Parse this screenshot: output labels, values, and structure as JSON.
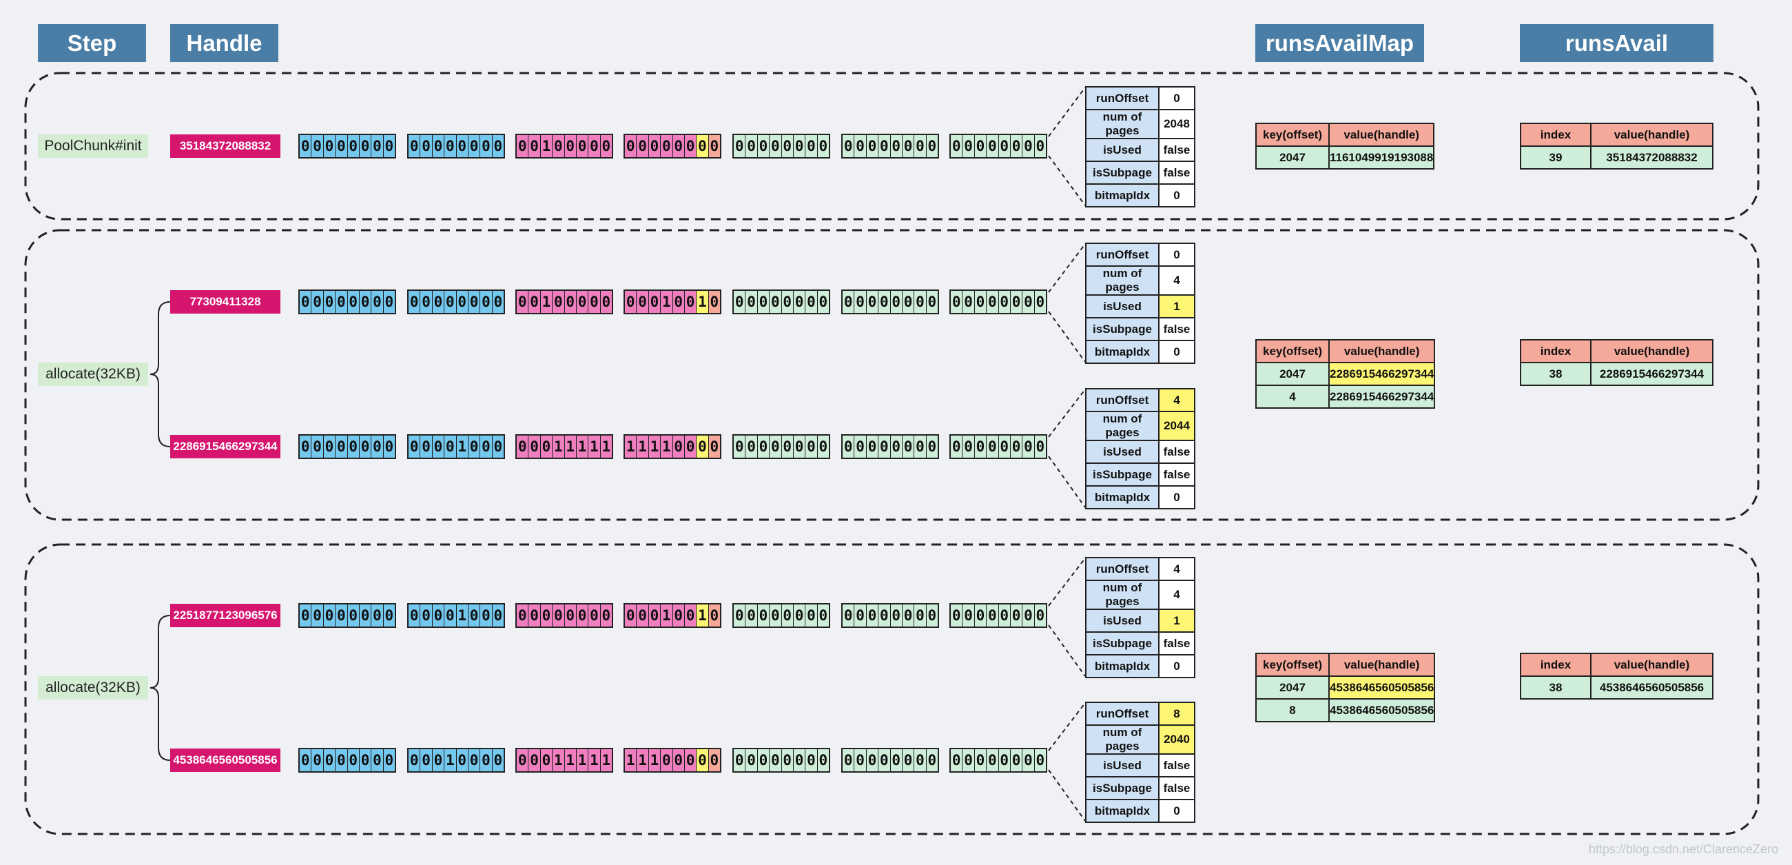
{
  "headers": {
    "step": "Step",
    "handle": "Handle",
    "runs_avail_map": "runsAvailMap",
    "runs_avail": "runsAvail"
  },
  "attr_labels": [
    "runOffset",
    "num of pages",
    "isUsed",
    "isSubpage",
    "bitmapIdx"
  ],
  "map_columns": [
    "key(offset)",
    "value(handle)"
  ],
  "avail_columns": [
    "index",
    "value(handle)"
  ],
  "colors": {
    "header": "#4a7ea6",
    "handle": "#d6156f",
    "step": "#d3ecd2",
    "highlight": "#fdf574"
  },
  "watermark": "https://blog.csdn.net/ClarenceZero",
  "sections": [
    {
      "step_label": "PoolChunk#init",
      "rows": [
        {
          "handle": "35184372088832",
          "bytes": [
            {
              "bits": "00000000",
              "colors": "bbbbbbbb"
            },
            {
              "bits": "00000000",
              "colors": "bbbbbbbb"
            },
            {
              "bits": "00100000",
              "colors": "pppppppp"
            },
            {
              "bits": "00000000",
              "colors": "ppppppyo"
            },
            {
              "bits": "00000000",
              "colors": "gggggggg"
            },
            {
              "bits": "00000000",
              "colors": "gggggggg"
            },
            {
              "bits": "00000000",
              "colors": "gggggggg"
            }
          ],
          "attrs": [
            {
              "value": "0",
              "hl": false
            },
            {
              "value": "2048",
              "hl": false
            },
            {
              "value": "false",
              "hl": false
            },
            {
              "value": "false",
              "hl": false
            },
            {
              "value": "0",
              "hl": false
            }
          ]
        }
      ],
      "runs_avail_map": [
        {
          "key": "2047",
          "value": "1161049919193088",
          "hl": false
        }
      ],
      "runs_avail": [
        {
          "index": "39",
          "value": "35184372088832"
        }
      ]
    },
    {
      "step_label": "allocate(32KB)",
      "rows": [
        {
          "handle": "77309411328",
          "bytes": [
            {
              "bits": "00000000",
              "colors": "bbbbbbbb"
            },
            {
              "bits": "00000000",
              "colors": "bbbbbbbb"
            },
            {
              "bits": "00100000",
              "colors": "pppppppp"
            },
            {
              "bits": "00010010",
              "colors": "ppppppyo"
            },
            {
              "bits": "00000000",
              "colors": "gggggggg"
            },
            {
              "bits": "00000000",
              "colors": "gggggggg"
            },
            {
              "bits": "00000000",
              "colors": "gggggggg"
            }
          ],
          "attrs": [
            {
              "value": "0",
              "hl": false
            },
            {
              "value": "4",
              "hl": false
            },
            {
              "value": "1",
              "hl": true
            },
            {
              "value": "false",
              "hl": false
            },
            {
              "value": "0",
              "hl": false
            }
          ]
        },
        {
          "handle": "2286915466297344",
          "bytes": [
            {
              "bits": "00000000",
              "colors": "bbbbbbbb"
            },
            {
              "bits": "00001000",
              "colors": "bbbbbbbb"
            },
            {
              "bits": "00011111",
              "colors": "pppppppp"
            },
            {
              "bits": "11110000",
              "colors": "ppppppyo"
            },
            {
              "bits": "00000000",
              "colors": "gggggggg"
            },
            {
              "bits": "00000000",
              "colors": "gggggggg"
            },
            {
              "bits": "00000000",
              "colors": "gggggggg"
            }
          ],
          "attrs": [
            {
              "value": "4",
              "hl": true
            },
            {
              "value": "2044",
              "hl": true
            },
            {
              "value": "false",
              "hl": false
            },
            {
              "value": "false",
              "hl": false
            },
            {
              "value": "0",
              "hl": false
            }
          ]
        }
      ],
      "runs_avail_map": [
        {
          "key": "2047",
          "value": "2286915466297344",
          "hl": true
        },
        {
          "key": "4",
          "value": "2286915466297344",
          "hl": false
        }
      ],
      "runs_avail": [
        {
          "index": "38",
          "value": "2286915466297344"
        }
      ]
    },
    {
      "step_label": "allocate(32KB)",
      "rows": [
        {
          "handle": "2251877123096576",
          "bytes": [
            {
              "bits": "00000000",
              "colors": "bbbbbbbb"
            },
            {
              "bits": "00001000",
              "colors": "bbbbbbbb"
            },
            {
              "bits": "00000000",
              "colors": "pppppppp"
            },
            {
              "bits": "00010010",
              "colors": "ppppppyo"
            },
            {
              "bits": "00000000",
              "colors": "gggggggg"
            },
            {
              "bits": "00000000",
              "colors": "gggggggg"
            },
            {
              "bits": "00000000",
              "colors": "gggggggg"
            }
          ],
          "attrs": [
            {
              "value": "4",
              "hl": false
            },
            {
              "value": "4",
              "hl": false
            },
            {
              "value": "1",
              "hl": true
            },
            {
              "value": "false",
              "hl": false
            },
            {
              "value": "0",
              "hl": false
            }
          ]
        },
        {
          "handle": "4538646560505856",
          "bytes": [
            {
              "bits": "00000000",
              "colors": "bbbbbbbb"
            },
            {
              "bits": "00010000",
              "colors": "bbbbbbbb"
            },
            {
              "bits": "00011111",
              "colors": "pppppppp"
            },
            {
              "bits": "11100000",
              "colors": "ppppppyo"
            },
            {
              "bits": "00000000",
              "colors": "gggggggg"
            },
            {
              "bits": "00000000",
              "colors": "gggggggg"
            },
            {
              "bits": "00000000",
              "colors": "gggggggg"
            }
          ],
          "attrs": [
            {
              "value": "8",
              "hl": true
            },
            {
              "value": "2040",
              "hl": true
            },
            {
              "value": "false",
              "hl": false
            },
            {
              "value": "false",
              "hl": false
            },
            {
              "value": "0",
              "hl": false
            }
          ]
        }
      ],
      "runs_avail_map": [
        {
          "key": "2047",
          "value": "4538646560505856",
          "hl": true
        },
        {
          "key": "8",
          "value": "4538646560505856",
          "hl": false
        }
      ],
      "runs_avail": [
        {
          "index": "38",
          "value": "4538646560505856"
        }
      ]
    }
  ]
}
